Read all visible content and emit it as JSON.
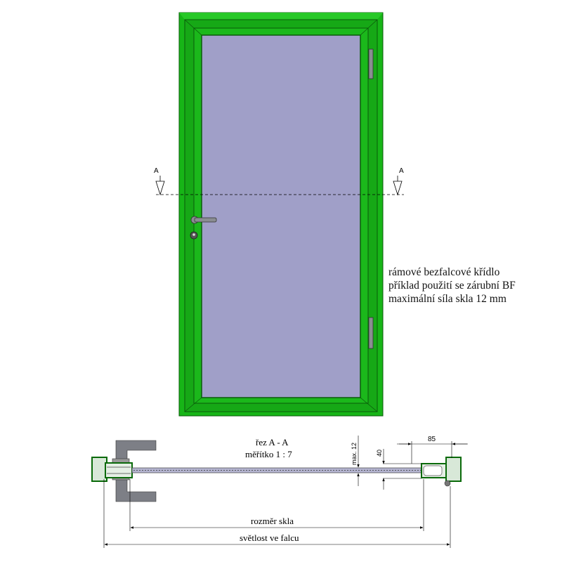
{
  "colors": {
    "frame": "#17b517",
    "frame_dark": "#0c7a0c",
    "glass": "#a09fc8",
    "metal": "#7d7f86"
  },
  "elevation": {
    "section_marker_left": "A",
    "section_marker_right": "A"
  },
  "description": {
    "line1": "rámové bezfalcové křídlo",
    "line2": "příklad použití se zárubní BF",
    "line3": "maximální síla skla 12 mm"
  },
  "section": {
    "title": "řez A - A",
    "scale": "měřítko 1 : 7",
    "dim_glass_thickness": "max. 12",
    "dim_40": "40",
    "dim_85": "85",
    "dim_glass_size": "rozměr skla",
    "dim_clear_opening": "světlost ve falcu"
  }
}
